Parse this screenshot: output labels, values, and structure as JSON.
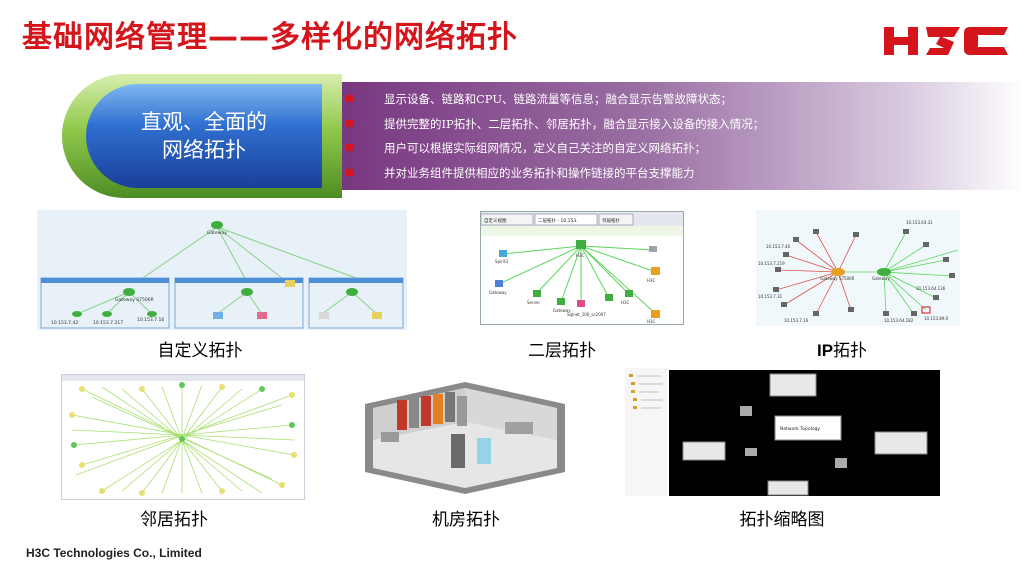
{
  "header": {
    "title": "基础网络管理——多样化的网络拓扑",
    "logo_text": "H3C"
  },
  "banner": {
    "line1": "直观、全面的",
    "line2": "网络拓扑",
    "bullets": [
      "显示设备、链路和CPU、链路流量等信息；融合显示告警故障状态；",
      "提供完整的IP拓扑、二层拓扑、邻居拓扑，融合显示接入设备的接入情况；",
      "用户可以根据实际组网情况，定义自己关注的自定义网络拓扑；",
      "并对业务组件提供相应的业务拓扑和操作链接的平台支撑能力"
    ]
  },
  "thumbnails": {
    "custom": {
      "caption": "自定义拓扑",
      "labels": [
        "Gateway",
        "Gateway S7506R",
        "10.153.7.42",
        "10.153.7.217",
        "10.153.7.16"
      ]
    },
    "layer2": {
      "caption": "二层拓扑",
      "tabs": [
        "自定义视图",
        "二层拓扑 - 10.153.",
        "邻居拓扑"
      ],
      "labels": [
        "Spirit3",
        "H3C",
        "Gateway",
        "Server",
        "Gateway",
        "Sqlnet_100_sc2007",
        "H3C",
        "H3C",
        "H3C"
      ]
    },
    "ip": {
      "caption_prefix": "IP",
      "caption_suffix": "拓扑",
      "labels": [
        "10.153.7.40",
        "10.153.7.219",
        "10.153.7.31",
        "10.153.7.16",
        "Gateway S7506R",
        "Gateway",
        "10.153.64.31",
        "10.153.64.136",
        "10.153.64.182",
        "10.153.89.0"
      ]
    },
    "neighbor": {
      "caption": "邻居拓扑"
    },
    "room": {
      "caption": "机房拓扑"
    },
    "overview": {
      "caption": "拓扑缩略图",
      "center_label": "Network Topology"
    }
  },
  "footer": {
    "text": "H3C Technologies Co., Limited"
  },
  "colors": {
    "title_red": "#d4151c",
    "banner_purple": "#7a3a82",
    "banner_blue": "#2f6fcf",
    "banner_green": "#8fc84a",
    "link_green": "#5cd65c"
  }
}
